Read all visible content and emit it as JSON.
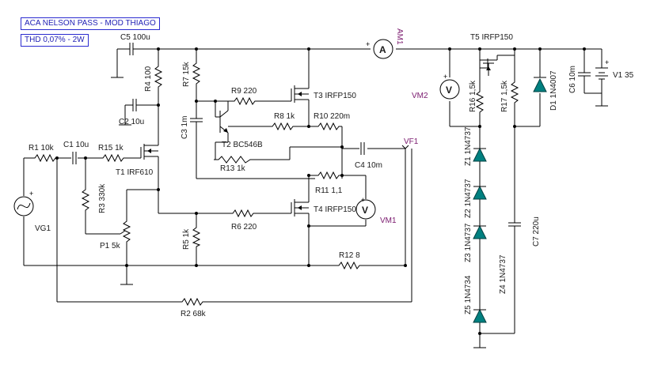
{
  "title_box": "ACA NELSON PASS - MOD THIAGO",
  "thd_box": "THD 0,07% - 2W",
  "labels": {
    "c5": "C5 100u",
    "r4": "R4 100",
    "c2": "C2 10u",
    "r7": "R7 15k",
    "r9": "R9 220",
    "t3": "T3 IRFP150",
    "c3": "C3 1m",
    "r8": "R8 1k",
    "r10": "R10 220m",
    "t2": "T2 BC546B",
    "r1": "R1 10k",
    "c1": "C1 10u",
    "r15": "R15 1k",
    "t1": "T1 IRF610",
    "r13": "R13 1k",
    "c4": "C4 10m",
    "vf1": "VF1",
    "r11": "R11 1,1",
    "vg1": "VG1",
    "r3": "R3 330k",
    "t4": "T4 IRFP150",
    "vm1": "VM1",
    "r6": "R6 220",
    "p1": "P1 5k",
    "r5": "R5 1k",
    "r12": "R12 8",
    "r2": "R2 68k",
    "am1": "AM1",
    "t5": "T5 IRFP150",
    "vm2": "VM2",
    "r16": "R16 1,5k",
    "r17": "R17 1,5k",
    "d1": "D1 1N4007",
    "c6": "C6 10m",
    "v1": "V1 35",
    "z1": "Z1 1N4737",
    "z2": "Z2 1N4737",
    "z3": "Z3 1N4737",
    "z4": "Z4 1N4737",
    "z5": "Z5 1N4734",
    "c7": "C7 220u"
  },
  "meter_symbols": {
    "ammeter": "A",
    "voltmeter": "V"
  },
  "colors": {
    "wire": "#000000",
    "label": "#1a1a1a",
    "probe_label": "#7a1a6e",
    "zener_fill": "#008080",
    "info_box_border": "#2b2bd0",
    "info_box_text": "#1f1fb4"
  }
}
